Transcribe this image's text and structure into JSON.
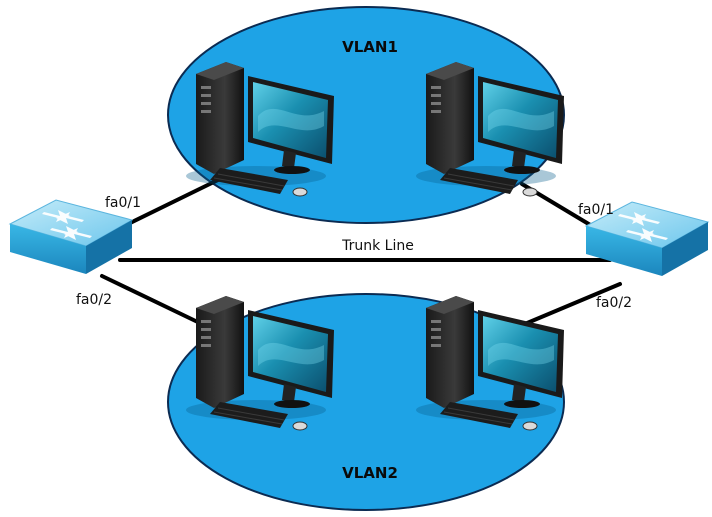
{
  "vlans": {
    "top": {
      "name": "VLAN1"
    },
    "bottom": {
      "name": "VLAN2"
    }
  },
  "trunk": {
    "label": "Trunk Line"
  },
  "switches": {
    "left": {
      "port_top": "fa0/1",
      "port_bottom": "fa0/2",
      "icon": "network-switch-icon"
    },
    "right": {
      "port_top": "fa0/1",
      "port_bottom": "fa0/2",
      "icon": "network-switch-icon"
    }
  },
  "computers": {
    "icon": "desktop-computer-icon"
  },
  "colors": {
    "vlan_fill": "#1ea3e6",
    "vlan_stroke": "#0b2b52",
    "switch_top": "#8fd4f0",
    "switch_front": "#2aa6d9",
    "cable": "#000000"
  }
}
